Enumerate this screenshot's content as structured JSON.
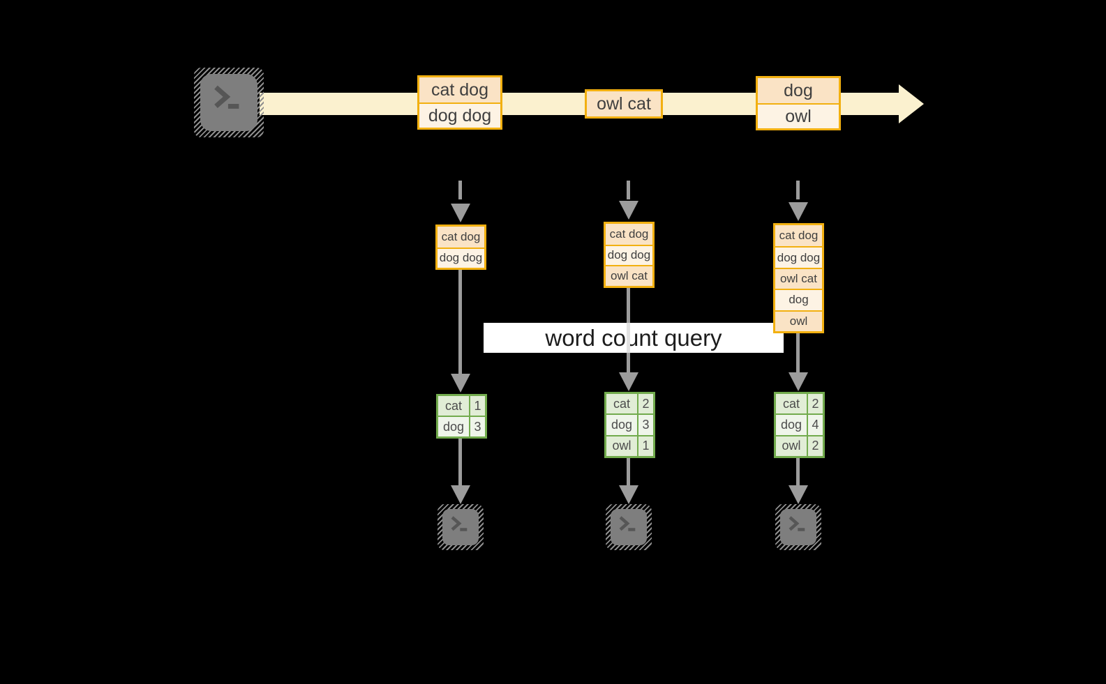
{
  "banner": {
    "label": "word count query"
  },
  "stream": {
    "source_icon": "terminal-icon",
    "batches": [
      {
        "records": [
          "cat dog",
          "dog dog"
        ]
      },
      {
        "records": [
          "owl cat"
        ]
      },
      {
        "records": [
          "dog",
          "owl"
        ]
      }
    ]
  },
  "columns": [
    {
      "inputs": [
        "cat dog",
        "dog dog"
      ],
      "counts": [
        {
          "word": "cat",
          "count": "1"
        },
        {
          "word": "dog",
          "count": "3"
        }
      ],
      "sink_icon": "terminal-icon"
    },
    {
      "inputs": [
        "cat dog",
        "dog dog",
        "owl cat"
      ],
      "counts": [
        {
          "word": "cat",
          "count": "2"
        },
        {
          "word": "dog",
          "count": "3"
        },
        {
          "word": "owl",
          "count": "1"
        }
      ],
      "sink_icon": "terminal-icon"
    },
    {
      "inputs": [
        "cat dog",
        "dog dog",
        "owl cat",
        "dog",
        "owl"
      ],
      "counts": [
        {
          "word": "cat",
          "count": "2"
        },
        {
          "word": "dog",
          "count": "4"
        },
        {
          "word": "owl",
          "count": "2"
        }
      ],
      "sink_icon": "terminal-icon"
    }
  ],
  "colors": {
    "background": "#000000",
    "stream_band": "#fbf1cf",
    "record_border": "#f2b010",
    "record_fill_dark": "#fae3c5",
    "record_fill_light": "#fdf3e4",
    "table_border": "#72ab4d",
    "table_fill_dark": "#e1edd6",
    "table_fill_light": "#eff5ea",
    "connector_gray": "#9c9c9c",
    "terminal_gray": "#7e7e7e",
    "banner_bg": "#ffffff"
  }
}
